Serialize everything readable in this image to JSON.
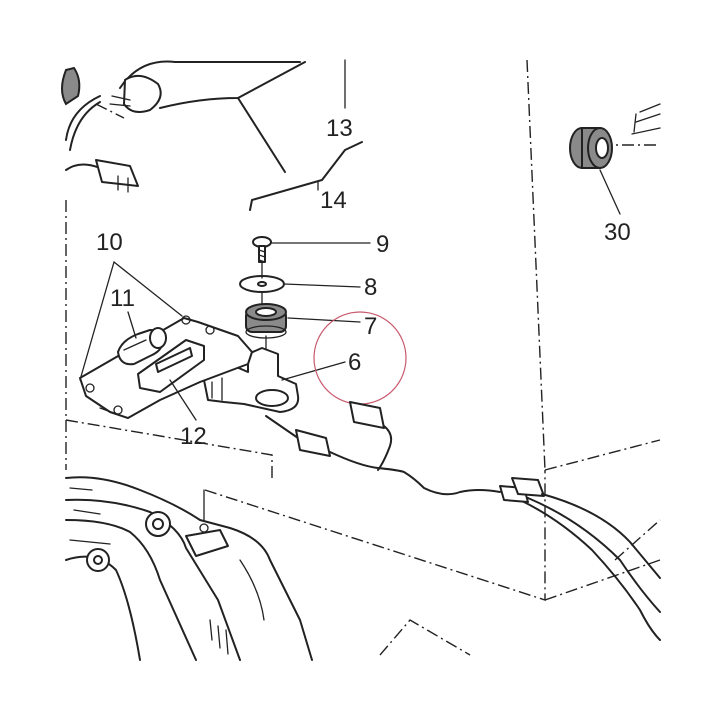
{
  "callouts": {
    "c13": "13",
    "c14": "14",
    "c9": "9",
    "c8": "8",
    "c7": "7",
    "c6": "6",
    "c10": "10",
    "c11": "11",
    "c12": "12",
    "c30": "30"
  },
  "colors": {
    "line": "#222222",
    "grommet_fill": "#8a8a8a",
    "highlight_circle": "#c85a6e"
  }
}
